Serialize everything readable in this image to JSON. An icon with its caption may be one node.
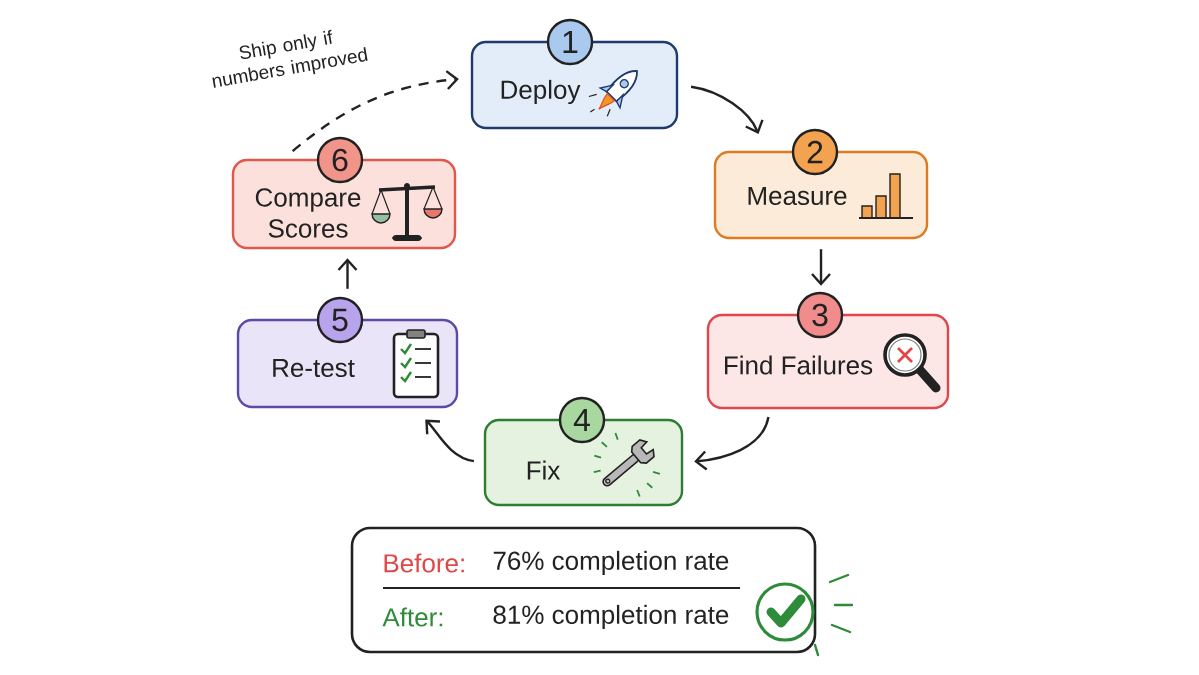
{
  "diagram": {
    "nodes": [
      {
        "text": [
          "1",
          "Deploy"
        ]
      },
      {
        "text": [
          "2",
          "Measure"
        ]
      },
      {
        "text": [
          "3",
          "Find Failures"
        ]
      },
      {
        "text": [
          "4",
          "Fix"
        ]
      },
      {
        "text": [
          "5",
          "Re-test"
        ]
      },
      {
        "text": [
          "6",
          "Compare Scores"
        ]
      },
      {
        "text": [
          "Before:",
          "76% completion rate",
          "After:",
          "81% completion rate"
        ]
      }
    ],
    "edges": [
      {
        "from": 0,
        "to": 1,
        "arrow": "to"
      },
      {
        "from": 1,
        "to": 2,
        "arrow": "to"
      },
      {
        "from": 2,
        "to": 3,
        "arrow": "to"
      },
      {
        "from": 3,
        "to": 4,
        "arrow": "to"
      },
      {
        "from": 4,
        "to": 5,
        "arrow": "to"
      },
      {
        "from": 5,
        "to": 0,
        "arrow": "to",
        "style": "dashed",
        "label": "Ship only if numbers improved"
      }
    ]
  }
}
